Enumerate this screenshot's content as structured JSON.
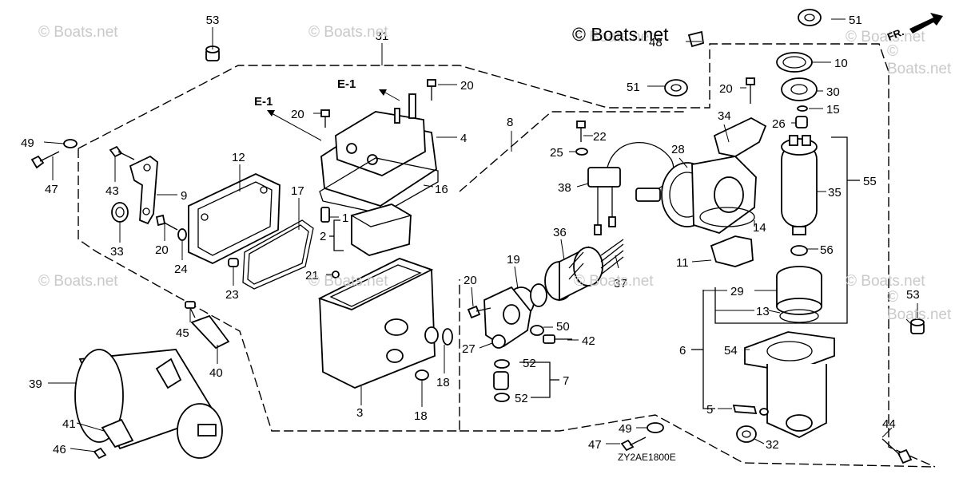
{
  "watermarks": [
    "© Boats.net",
    "© Boats.net",
    "© Boats.net",
    "© Boats.net",
    "© Boats.net",
    "© Boats.net",
    "© Boats.net",
    "© Boats.net",
    "© Boats.net",
    "© Boats.net"
  ],
  "copyright": "© Boats.net",
  "diagram_code": "ZY2AE1800E",
  "direction_label": "FR.",
  "refs": [
    "E-1",
    "E-1"
  ],
  "callouts": [
    {
      "id": "c53a",
      "label": "53"
    },
    {
      "id": "c31",
      "label": "31"
    },
    {
      "id": "c20a",
      "label": "20"
    },
    {
      "id": "c20b",
      "label": "20"
    },
    {
      "id": "c4",
      "label": "4"
    },
    {
      "id": "c16",
      "label": "16"
    },
    {
      "id": "c49a",
      "label": "49"
    },
    {
      "id": "c47a",
      "label": "47"
    },
    {
      "id": "c43",
      "label": "43"
    },
    {
      "id": "c9",
      "label": "9"
    },
    {
      "id": "c12",
      "label": "12"
    },
    {
      "id": "c17",
      "label": "17"
    },
    {
      "id": "c33",
      "label": "33"
    },
    {
      "id": "c20c",
      "label": "20"
    },
    {
      "id": "c24",
      "label": "24"
    },
    {
      "id": "c23",
      "label": "23"
    },
    {
      "id": "c1",
      "label": "1"
    },
    {
      "id": "c2",
      "label": "2"
    },
    {
      "id": "c21",
      "label": "21"
    },
    {
      "id": "c3",
      "label": "3"
    },
    {
      "id": "c18a",
      "label": "18"
    },
    {
      "id": "c18b",
      "label": "18"
    },
    {
      "id": "c45",
      "label": "45"
    },
    {
      "id": "c40",
      "label": "40"
    },
    {
      "id": "c39",
      "label": "39"
    },
    {
      "id": "c41",
      "label": "41"
    },
    {
      "id": "c46",
      "label": "46"
    },
    {
      "id": "c8",
      "label": "8"
    },
    {
      "id": "c22",
      "label": "22"
    },
    {
      "id": "c25",
      "label": "25"
    },
    {
      "id": "c38",
      "label": "38"
    },
    {
      "id": "c36",
      "label": "36"
    },
    {
      "id": "c19",
      "label": "19"
    },
    {
      "id": "c20d",
      "label": "20"
    },
    {
      "id": "c37",
      "label": "37"
    },
    {
      "id": "c50",
      "label": "50"
    },
    {
      "id": "c42",
      "label": "42"
    },
    {
      "id": "c27",
      "label": "27"
    },
    {
      "id": "c52a",
      "label": "52"
    },
    {
      "id": "c7",
      "label": "7"
    },
    {
      "id": "c52b",
      "label": "52"
    },
    {
      "id": "c48",
      "label": "48"
    },
    {
      "id": "c51a",
      "label": "51"
    },
    {
      "id": "c51b",
      "label": "51"
    },
    {
      "id": "c10",
      "label": "10"
    },
    {
      "id": "c20e",
      "label": "20"
    },
    {
      "id": "c30",
      "label": "30"
    },
    {
      "id": "c15",
      "label": "15"
    },
    {
      "id": "c34",
      "label": "34"
    },
    {
      "id": "c26",
      "label": "26"
    },
    {
      "id": "c28",
      "label": "28"
    },
    {
      "id": "c35",
      "label": "35"
    },
    {
      "id": "c55",
      "label": "55"
    },
    {
      "id": "c14",
      "label": "14"
    },
    {
      "id": "c11",
      "label": "11"
    },
    {
      "id": "c56",
      "label": "56"
    },
    {
      "id": "c29",
      "label": "29"
    },
    {
      "id": "c13",
      "label": "13"
    },
    {
      "id": "c6",
      "label": "6"
    },
    {
      "id": "c54",
      "label": "54"
    },
    {
      "id": "c53b",
      "label": "53"
    },
    {
      "id": "c5",
      "label": "5"
    },
    {
      "id": "c49b",
      "label": "49"
    },
    {
      "id": "c47b",
      "label": "47"
    },
    {
      "id": "c32",
      "label": "32"
    },
    {
      "id": "c44",
      "label": "44"
    }
  ]
}
